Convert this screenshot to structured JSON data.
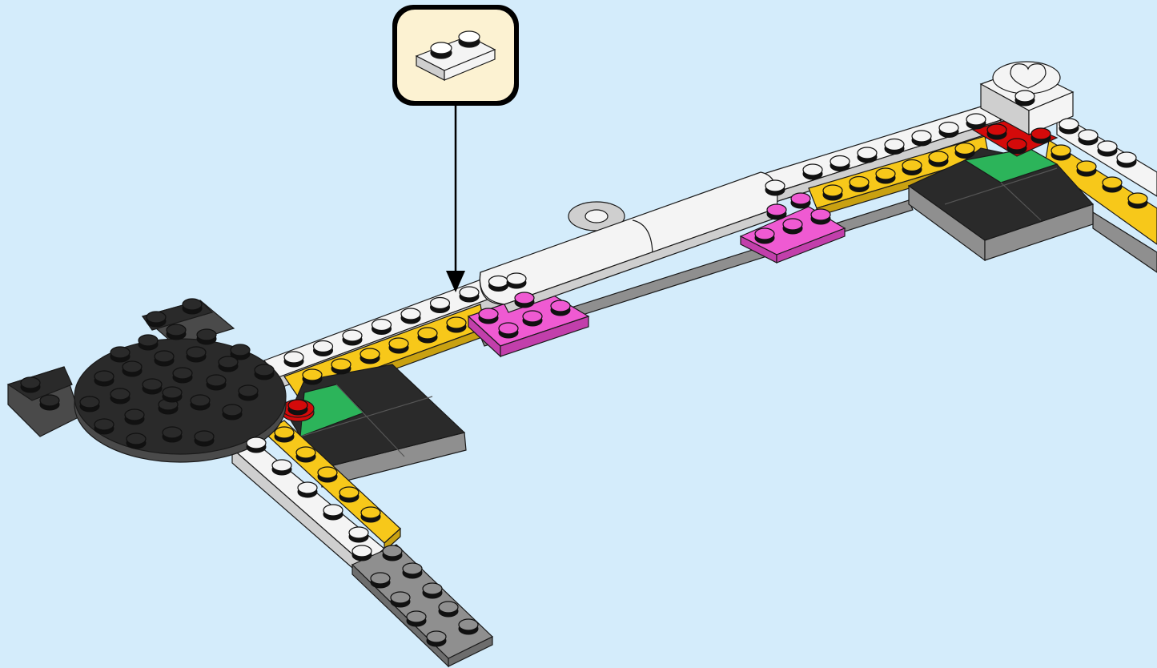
{
  "instruction_step": {
    "callout": {
      "part_name": "white-1x2-plate",
      "part_quantity": 1,
      "colors": {
        "panel": "#fcf2d2",
        "border": "#000000"
      }
    },
    "arrow_icon": "arrow-down-icon"
  },
  "colors": {
    "background": "#d4ecfb",
    "white": "#f4f4f4",
    "white_shade": "#cfcfcf",
    "yellow": "#f7c81a",
    "yellow_shade": "#c9a111",
    "pink": "#ef5ad2",
    "pink_shade": "#c23fab",
    "black": "#2a2a2a",
    "black_shade": "#4a4a4a",
    "grey": "#8f8f8f",
    "grey_shade": "#6d6d6d",
    "green": "#2cb45a",
    "red": "#d40a0a",
    "stud_top": "#ffffff",
    "outline": "#1a1a1a"
  },
  "model": {
    "parts": [
      "round-black-plate",
      "black-wedge-plates",
      "white-rail-left",
      "yellow-rail-left",
      "grey-rail-bottom",
      "white-rail-back",
      "yellow-rail-back",
      "black-tile-square-left",
      "black-tile-square-right",
      "green-tile-left",
      "green-tile-right",
      "red-round-tile",
      "red-plate-corner",
      "pink-plate-left",
      "pink-plate-right",
      "white-cylinder",
      "white-heart-tile-brick"
    ]
  }
}
